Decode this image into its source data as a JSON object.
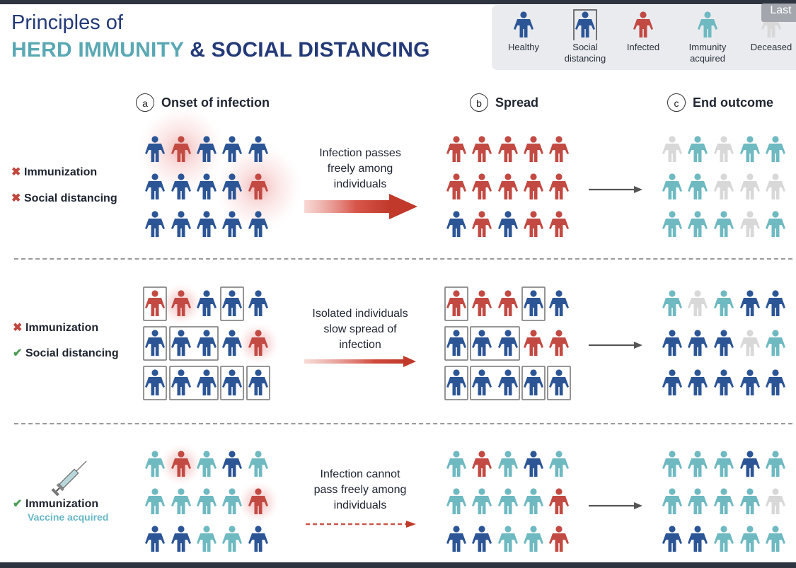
{
  "header": {
    "title_line1": "Principles of",
    "title_herd": "HERD IMMUNITY",
    "title_amp": "& SOCIAL DISTANCING"
  },
  "legend": [
    {
      "key": "healthy",
      "label": "Healthy"
    },
    {
      "key": "social",
      "label": "Social distancing"
    },
    {
      "key": "infected",
      "label": "Infected"
    },
    {
      "key": "immune",
      "label": "Immunity acquired"
    },
    {
      "key": "deceased",
      "label": "Deceased"
    }
  ],
  "last_button": "Last",
  "columns": [
    {
      "letter": "a",
      "title": "Onset of infection"
    },
    {
      "letter": "b",
      "title": "Spread"
    },
    {
      "letter": "c",
      "title": "End outcome"
    }
  ],
  "colors": {
    "healthy": "#2c5596",
    "infected": "#c24a43",
    "immune": "#6fb9c1",
    "deceased": "#d8d8d8",
    "box": "#888888",
    "arrow": "#c0392b",
    "small_arrow": "#555555"
  },
  "rows": [
    {
      "label1": "Immunization",
      "mark1": "✖",
      "label2": "Social distancing",
      "mark2": "✖",
      "description": [
        "Infection passes",
        "freely among",
        "individuals"
      ],
      "arrow_style": "solid-large",
      "onset": {
        "grid": [
          [
            "H",
            "I",
            "H",
            "H",
            "H"
          ],
          [
            "H",
            "H",
            "H",
            "H",
            "I"
          ],
          [
            "H",
            "H",
            "H",
            "H",
            "H"
          ]
        ],
        "boxed": [],
        "glows": [
          {
            "r": 0,
            "c": 1,
            "size": "large"
          },
          {
            "r": 1,
            "c": 4,
            "size": "large"
          }
        ]
      },
      "spread": {
        "grid": [
          [
            "I",
            "I",
            "I",
            "I",
            "I"
          ],
          [
            "I",
            "I",
            "I",
            "I",
            "I"
          ],
          [
            "H",
            "I",
            "H",
            "I",
            "I"
          ]
        ],
        "boxed": []
      },
      "outcome": {
        "grid": [
          [
            "D",
            "M",
            "D",
            "M",
            "M"
          ],
          [
            "M",
            "M",
            "D",
            "D",
            "D"
          ],
          [
            "M",
            "M",
            "M",
            "D",
            "M"
          ]
        ],
        "boxed": []
      }
    },
    {
      "label1": "Immunization",
      "mark1": "✖",
      "label2": "Social distancing",
      "mark2": "✔",
      "description": [
        "Isolated individuals",
        "slow spread of",
        "infection"
      ],
      "arrow_style": "solid-thin",
      "onset": {
        "grid": [
          [
            "I",
            "I",
            "H",
            "H",
            "H"
          ],
          [
            "H",
            "H",
            "H",
            "H",
            "I"
          ],
          [
            "H",
            "H",
            "H",
            "H",
            "H"
          ]
        ],
        "boxed": [
          [
            0,
            0,
            0,
            0
          ],
          [
            0,
            3,
            0,
            3
          ],
          [
            1,
            0,
            1,
            0
          ],
          [
            1,
            1,
            1,
            2
          ],
          [
            2,
            0,
            2,
            0
          ],
          [
            2,
            1,
            2,
            2
          ],
          [
            2,
            3,
            2,
            3
          ],
          [
            2,
            4,
            2,
            4
          ]
        ],
        "glows": [
          {
            "r": 0,
            "c": 1,
            "size": "small"
          },
          {
            "r": 1,
            "c": 4,
            "size": "small"
          }
        ]
      },
      "spread": {
        "grid": [
          [
            "I",
            "I",
            "I",
            "H",
            "H"
          ],
          [
            "H",
            "H",
            "H",
            "I",
            "I"
          ],
          [
            "H",
            "H",
            "H",
            "H",
            "H"
          ]
        ],
        "boxed": [
          [
            0,
            0,
            0,
            0
          ],
          [
            0,
            3,
            0,
            3
          ],
          [
            1,
            0,
            1,
            0
          ],
          [
            1,
            1,
            1,
            2
          ],
          [
            2,
            0,
            2,
            0
          ],
          [
            2,
            1,
            2,
            2
          ],
          [
            2,
            3,
            2,
            3
          ],
          [
            2,
            4,
            2,
            4
          ]
        ]
      },
      "outcome": {
        "grid": [
          [
            "M",
            "D",
            "M",
            "H",
            "H"
          ],
          [
            "H",
            "H",
            "H",
            "D",
            "M"
          ],
          [
            "H",
            "H",
            "H",
            "H",
            "H"
          ]
        ],
        "boxed": []
      }
    },
    {
      "label1": "Immunization",
      "mark1": "✔",
      "sublabel": "Vaccine acquired",
      "description": [
        "Infection cannot",
        "pass freely among",
        "individuals"
      ],
      "arrow_style": "dashed",
      "onset": {
        "grid": [
          [
            "M",
            "I",
            "M",
            "H",
            "M"
          ],
          [
            "M",
            "M",
            "M",
            "M",
            "I"
          ],
          [
            "H",
            "H",
            "M",
            "M",
            "H"
          ]
        ],
        "boxed": [],
        "glows": [
          {
            "r": 0,
            "c": 1,
            "size": "small"
          },
          {
            "r": 1,
            "c": 4,
            "size": "small"
          }
        ]
      },
      "spread": {
        "grid": [
          [
            "M",
            "I",
            "M",
            "H",
            "M"
          ],
          [
            "M",
            "M",
            "M",
            "M",
            "I"
          ],
          [
            "H",
            "H",
            "M",
            "M",
            "I"
          ]
        ],
        "boxed": []
      },
      "outcome": {
        "grid": [
          [
            "M",
            "M",
            "M",
            "H",
            "M"
          ],
          [
            "M",
            "M",
            "M",
            "M",
            "D"
          ],
          [
            "H",
            "H",
            "M",
            "M",
            "M"
          ]
        ],
        "boxed": []
      }
    }
  ]
}
